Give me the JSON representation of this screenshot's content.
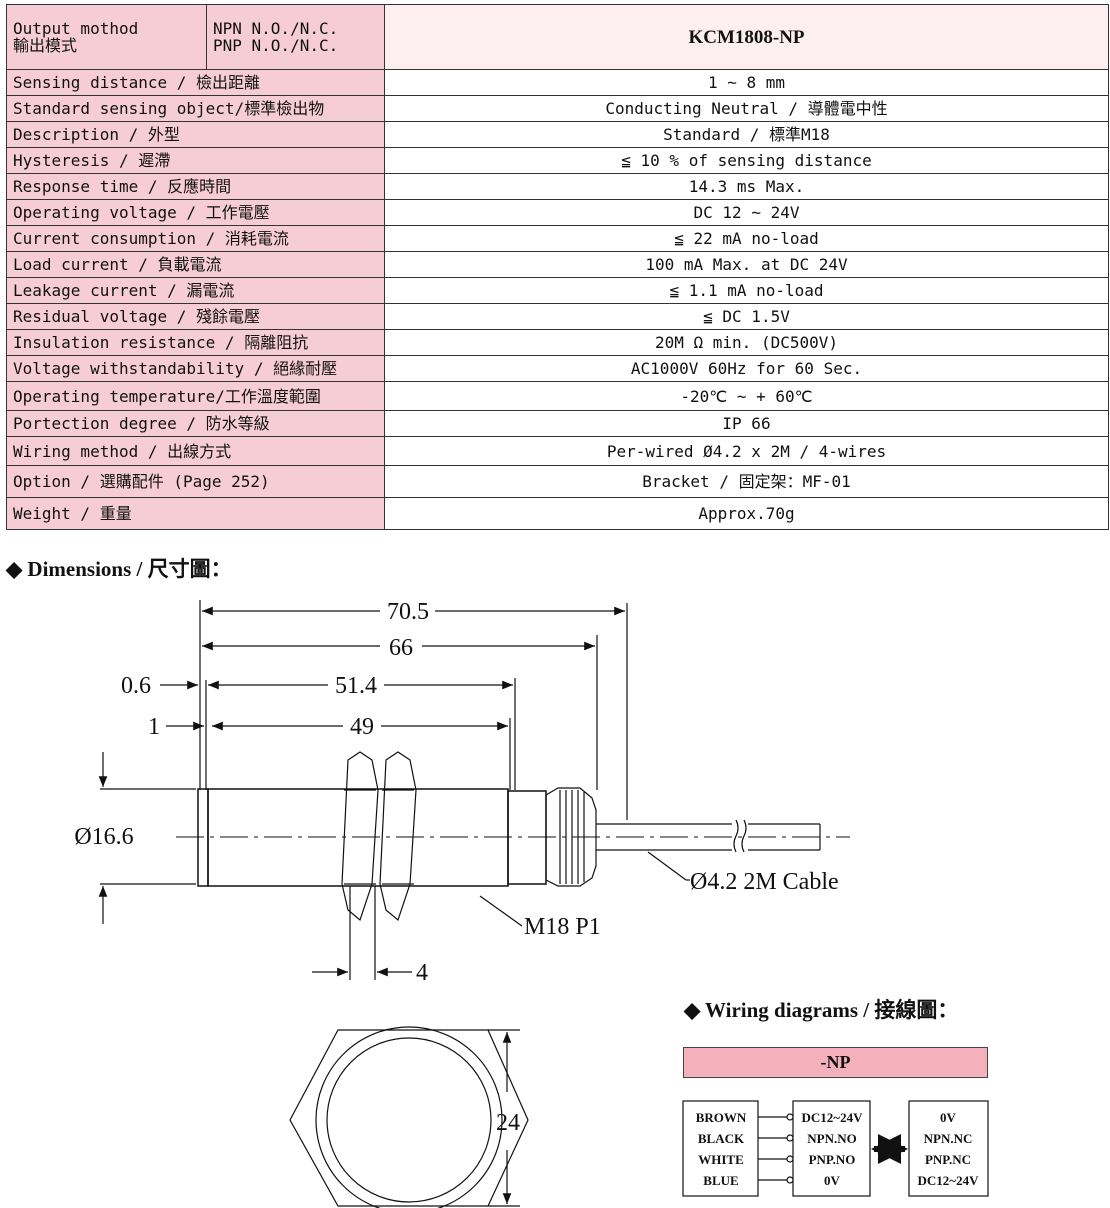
{
  "spec_table": {
    "header": {
      "label_line1": "Output mothod",
      "label_line2": "輸出模式",
      "mode_line1": "NPN N.O./N.C.",
      "mode_line2": "PNP N.O./N.C.",
      "model": "KCM1808-NP"
    },
    "rows": [
      {
        "label": "Sensing distance / 檢出距離",
        "value": "1 ~ 8 mm"
      },
      {
        "label": "Standard sensing object/標準檢出物",
        "value": "Conducting Neutral / 導體電中性"
      },
      {
        "label": "Description / 外型",
        "value": "Standard / 標準M18"
      },
      {
        "label": "Hysteresis / 遲滯",
        "value": "≦ 10 % of sensing distance"
      },
      {
        "label": "Response time / 反應時間",
        "value": "14.3 ms Max."
      },
      {
        "label": "Operating voltage / 工作電壓",
        "value": "DC 12 ~ 24V"
      },
      {
        "label": "Current consumption / 消耗電流",
        "value": "≦ 22 mA no-load"
      },
      {
        "label": "Load current / 負載電流",
        "value": "100 mA Max. at DC 24V"
      },
      {
        "label": "Leakage current / 漏電流",
        "value": "≦ 1.1 mA no-load"
      },
      {
        "label": "Residual voltage / 殘餘電壓",
        "value": "≦ DC 1.5V"
      },
      {
        "label": "Insulation resistance / 隔離阻抗",
        "value": "20M Ω min.  (DC500V)"
      },
      {
        "label": "Voltage withstandability / 絕緣耐壓",
        "value": "AC1000V 60Hz for 60 Sec."
      },
      {
        "label": "Operating temperature/工作溫度範圍",
        "value": "-20℃ ~ + 60℃"
      },
      {
        "label": "Portection degree / 防水等級",
        "value": "IP 66"
      },
      {
        "label": "Wiring method / 出線方式",
        "value": "Per-wired Ø4.2 x 2M / 4-wires"
      },
      {
        "label": "Option / 選購配件 (Page 252)",
        "value": "Bracket / 固定架：MF-01"
      },
      {
        "label": "Weight / 重量",
        "value": "Approx.70g"
      }
    ]
  },
  "dimensions": {
    "heading": "◆ Dimensions / 尺寸圖：",
    "overall_length": "70.5",
    "body_length": "66",
    "flange": "0.6",
    "thread_length": "51.4",
    "edge": "1",
    "thread_inner": "49",
    "diameter": "Ø16.6",
    "cable_label": "Ø4.2 2M Cable",
    "thread_label": "M18 P1",
    "nut_width": "4",
    "hex_size": "24"
  },
  "wiring": {
    "heading": "◆ Wiring diagrams / 接線圖：",
    "variant": "-NP",
    "wire_colors": [
      "BROWN",
      "BLACK",
      "WHITE",
      "BLUE"
    ],
    "signals": [
      "DC12~24V",
      "NPN.NO",
      "PNP.NO",
      "0V"
    ],
    "alt_signals": [
      "0V",
      "NPN.NC",
      "PNP.NC",
      "DC12~24V"
    ]
  },
  "colors": {
    "label_cell": "#f7cdd5",
    "header_cell": "#fdeef0",
    "np_header": "#f4b1bc"
  }
}
